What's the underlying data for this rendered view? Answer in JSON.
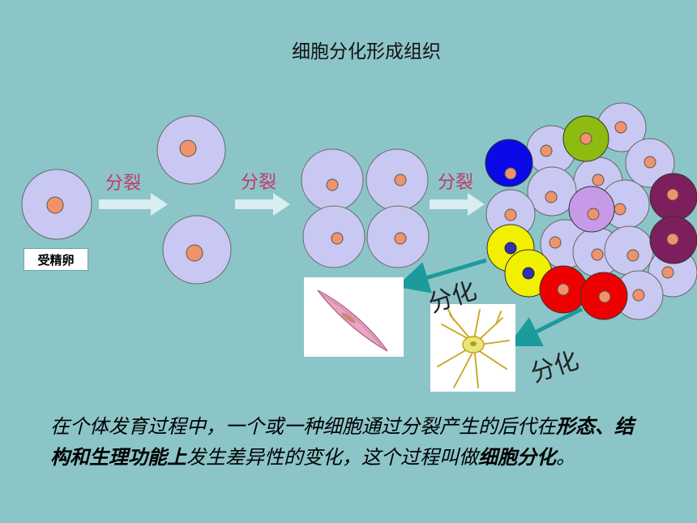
{
  "title": "细胞分化形成组织",
  "labels": {
    "fertilized_egg": "受精卵",
    "split_1": "分裂",
    "split_2": "分裂",
    "split_3": "分裂",
    "differentiate_1": "分化",
    "differentiate_2": "分化"
  },
  "caption": {
    "part1": "在个体发育过程中，一个或一种细胞通过分裂产生的后代在",
    "bold1": "形态、结构和生理功能上",
    "part2": "发生差异性的变化，这个过程叫做",
    "bold2": "细胞分化",
    "end": "。"
  },
  "colors": {
    "background": "#8cc5c8",
    "cell_fill": "#c9c8f2",
    "nucleus": "#f0936a",
    "split_text": "#c0396b",
    "arrow_light": "#d8eef0",
    "arrow_teal": "#1b9b9c",
    "blue_cell": "#0a0ae6",
    "green_cell": "#8dbb10",
    "purple_cell": "#7d1f5c",
    "violet_cell": "#c79ae8",
    "yellow_cell": "#f0f000",
    "red_cell": "#ee0000"
  }
}
